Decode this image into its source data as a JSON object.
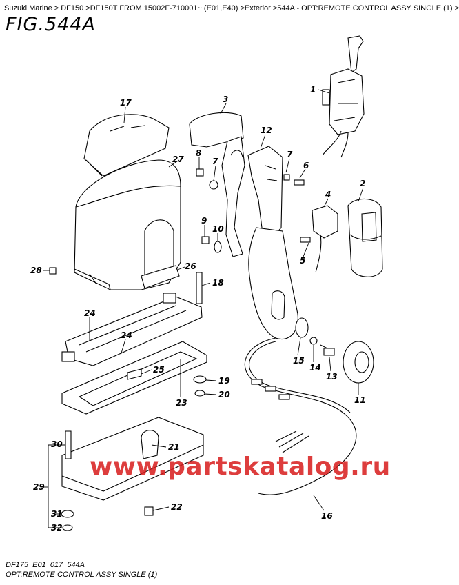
{
  "breadcrumb": "Suzuki Marine > DF150 >DF150T FROM 15002F-710001~ (E01,E40) >Exterior >544A - OPT:REMOTE CONTROL ASSY SINGLE (1) >",
  "figure_title": "FIG.544A",
  "watermark": "www.partskatalog.ru",
  "footer": {
    "code": "DF175_E01_017_544A",
    "caption": "OPT:REMOTE CONTROL ASSY SINGLE (1)"
  },
  "part_labels": [
    "1",
    "2",
    "3",
    "4",
    "5",
    "6",
    "7",
    "7",
    "8",
    "9",
    "10",
    "11",
    "12",
    "13",
    "14",
    "15",
    "16",
    "17",
    "18",
    "19",
    "20",
    "21",
    "22",
    "23",
    "24",
    "24",
    "25",
    "26",
    "27",
    "28",
    "29",
    "30",
    "31",
    "32"
  ]
}
